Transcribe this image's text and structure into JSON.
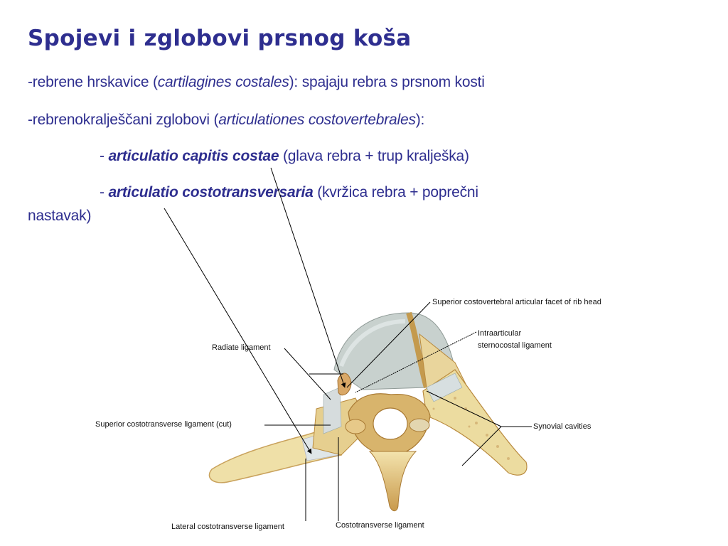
{
  "slide": {
    "title": "Spojevi i zglobovi prsnog koša",
    "lines": [
      {
        "pre": "-rebrene hrskavice (",
        "em": "cartilagines costales",
        "post": "): spajaju rebra s prsnom kosti"
      },
      {
        "pre": "-rebrenokralješčani zglobovi (",
        "em": "articulationes costovertebrales",
        "post": "):"
      },
      {
        "pre": "- ",
        "strong": "articulatio capitis costae",
        "post": " (glava rebra + trup kralješka)"
      },
      {
        "pre": "- ",
        "strong": "articulatio costotransversaria",
        "post": " (kvržica rebra + poprečni"
      },
      {
        "text": "nastavak)"
      }
    ],
    "text_color": "#2e2e8f"
  },
  "figure": {
    "description": "Thoracic vertebra with rib articulations, superior view",
    "labels": {
      "superior_facet": "Superior costovertebral articular facet of rib head",
      "intraarticular_1": "Intraarticular",
      "intraarticular_2": "sternocostal ligament",
      "radiate": "Radiate ligament",
      "superior_costotransverse": "Superior costotransverse ligament (cut)",
      "synovial": "Synovial cavities",
      "lateral_costotransverse": "Lateral costotransverse ligament",
      "costotransverse": "Costotransverse ligament"
    },
    "colors": {
      "bone": "#e8d49a",
      "bone_dark": "#b98a3e",
      "cartilage": "#c9d2cf",
      "ligament": "#d9e1e3"
    }
  }
}
